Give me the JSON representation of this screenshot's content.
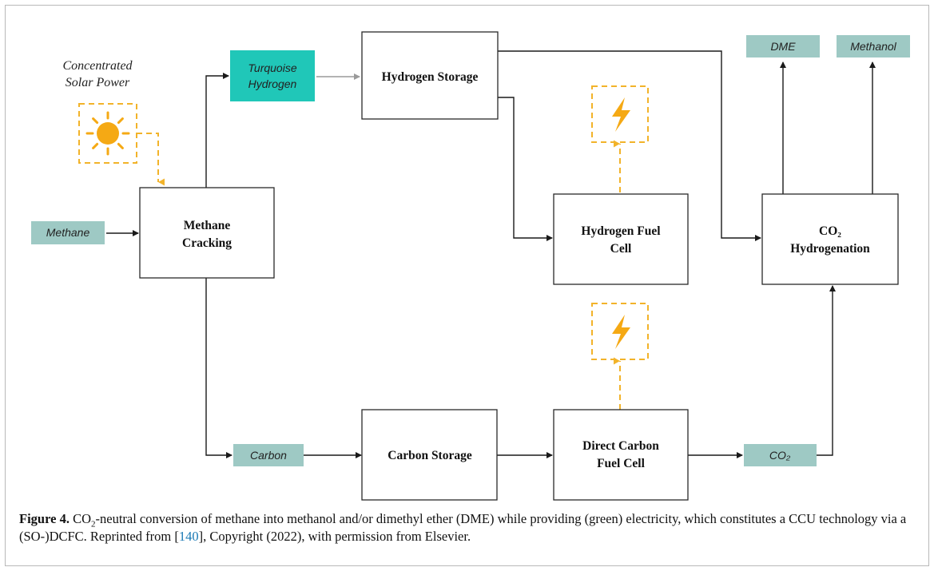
{
  "solar_label": [
    "Concentrated",
    "Solar Power"
  ],
  "tags": {
    "methane": "Methane",
    "turquoise_hydrogen": [
      "Turquoise",
      "Hydrogen"
    ],
    "carbon": "Carbon",
    "co2": "CO₂",
    "dme": "DME",
    "methanol": "Methanol"
  },
  "boxes": {
    "methane_cracking": [
      "Methane",
      "Cracking"
    ],
    "hydrogen_storage": "Hydrogen Storage",
    "hydrogen_fuel_cell": [
      "Hydrogen Fuel",
      "Cell"
    ],
    "co2_hydrogenation": [
      "CO₂",
      "Hydrogenation"
    ],
    "carbon_storage": "Carbon Storage",
    "direct_carbon_fuel_cell": [
      "Direct Carbon",
      "Fuel Cell"
    ]
  },
  "caption": {
    "label": "Figure 4.",
    "text_1a": " CO",
    "text_1sub": "2",
    "text_1b": "-neutral conversion of methane into methanol and/or dimethyl ether (DME) while providing (green) electricity, which constitutes a CCU technology via a (SO-)DCFC. Reprinted from [",
    "ref": "140",
    "text_2": "], Copyright (2022), with permission from Elsevier."
  },
  "colors": {
    "tag_fill": "#9ec9c4",
    "turquoise_fill": "#20c7b8",
    "energy_yellow": "#f2b32a"
  }
}
